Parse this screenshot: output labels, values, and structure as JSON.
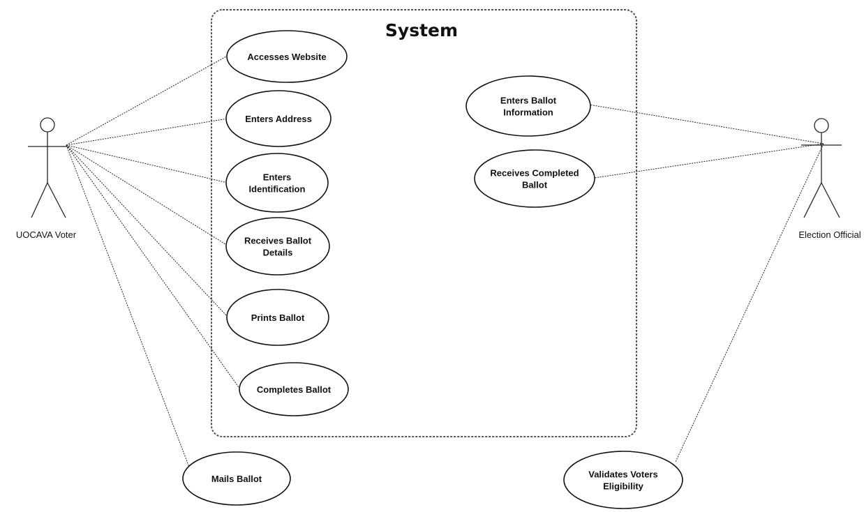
{
  "system": {
    "title": "System"
  },
  "actors": {
    "voter": {
      "name": "UOCAVA Voter"
    },
    "official": {
      "name": "Election Official"
    }
  },
  "use_cases": {
    "accesses_website": [
      "Accesses Website"
    ],
    "enters_address": [
      "Enters Address"
    ],
    "enters_identification": [
      "Enters",
      "Identification"
    ],
    "receives_ballot_details": [
      "Receives Ballot",
      "Details"
    ],
    "prints_ballot": [
      "Prints Ballot"
    ],
    "completes_ballot": [
      "Completes Ballot"
    ],
    "enters_ballot_information": [
      "Enters Ballot",
      "Information"
    ],
    "receives_completed_ballot": [
      "Receives Completed",
      "Ballot"
    ],
    "mails_ballot": [
      "Mails Ballot"
    ],
    "validates_voters_eligibility": [
      "Validates Voters",
      "Eligibility"
    ]
  }
}
